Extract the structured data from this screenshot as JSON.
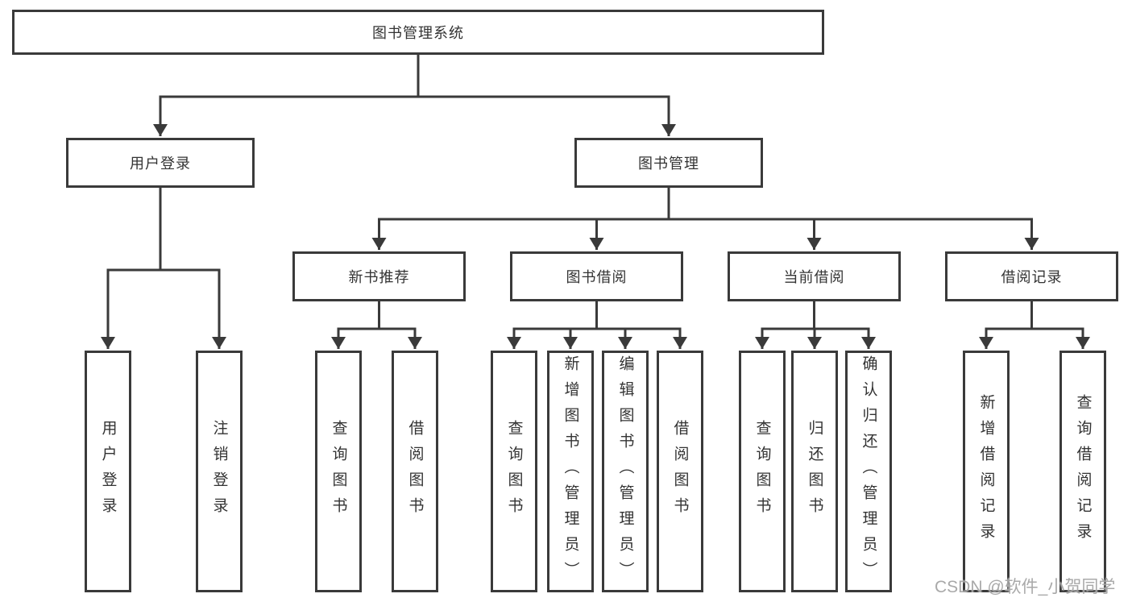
{
  "tree": {
    "root": {
      "label": "图书管理系统"
    },
    "children": [
      {
        "label": "用户登录",
        "children": [
          {
            "label": "用户登录"
          },
          {
            "label": "注销登录"
          }
        ]
      },
      {
        "label": "图书管理",
        "children": [
          {
            "label": "新书推荐",
            "children": [
              {
                "label": "查询图书"
              },
              {
                "label": "借阅图书"
              }
            ]
          },
          {
            "label": "图书借阅",
            "children": [
              {
                "label": "查询图书"
              },
              {
                "label": "新增图书（管理员）"
              },
              {
                "label": "编辑图书（管理员）"
              },
              {
                "label": "借阅图书"
              }
            ]
          },
          {
            "label": "当前借阅",
            "children": [
              {
                "label": "查询图书"
              },
              {
                "label": "归还图书"
              },
              {
                "label": "确认归还（管理员）"
              }
            ]
          },
          {
            "label": "借阅记录",
            "children": [
              {
                "label": "新增借阅记录"
              },
              {
                "label": "查询借阅记录"
              }
            ]
          }
        ]
      }
    ]
  },
  "watermark": {
    "text": "CSDN @软件_小贺同学"
  },
  "colors": {
    "line": "#3a3a3a",
    "box_border": "#3a3a3a",
    "text": "#333333",
    "background": "#ffffff",
    "watermark": "#a0a0a0"
  }
}
